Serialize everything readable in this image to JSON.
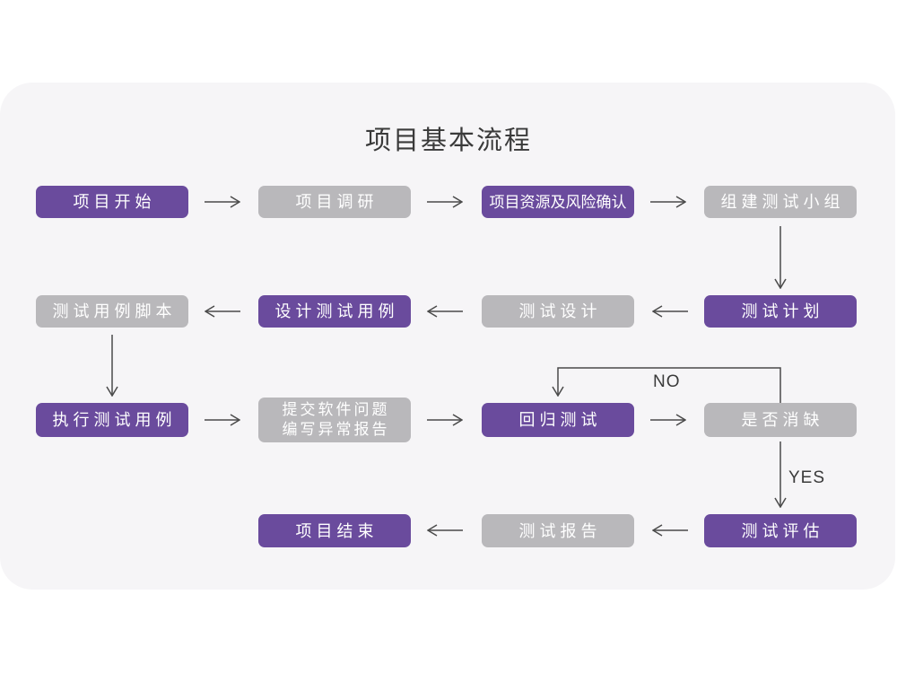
{
  "title": "项目基本流程",
  "colors": {
    "accent_purple": "#6a4b9d",
    "node_gray": "#b9b8bb",
    "arrow": "#4a4a4a",
    "card_bg": "#f6f5f7",
    "page_bg": "#ffffff",
    "node_text": "#ffffff",
    "heading_text": "#3a3a3a"
  },
  "flow": {
    "nodes": [
      {
        "label": "项目开始",
        "variant": "purple"
      },
      {
        "label": "项目调研",
        "variant": "gray"
      },
      {
        "label": "项目资源及风险确认",
        "variant": "purple"
      },
      {
        "label": "组建测试小组",
        "variant": "gray"
      },
      {
        "label": "测试计划",
        "variant": "purple"
      },
      {
        "label": "测试设计",
        "variant": "gray"
      },
      {
        "label": "设计测试用例",
        "variant": "purple"
      },
      {
        "label": "测试用例脚本",
        "variant": "gray"
      },
      {
        "label": "执行测试用例",
        "variant": "purple"
      },
      {
        "line1": "提交软件问题",
        "line2": "编写异常报告",
        "variant": "gray"
      },
      {
        "label": "回归测试",
        "variant": "purple"
      },
      {
        "label": "是否消缺",
        "variant": "gray"
      },
      {
        "label": "测试评估",
        "variant": "purple"
      },
      {
        "label": "测试报告",
        "variant": "gray"
      },
      {
        "label": "项目结束",
        "variant": "purple"
      }
    ],
    "branch_labels": {
      "no": "NO",
      "yes": "YES"
    }
  }
}
